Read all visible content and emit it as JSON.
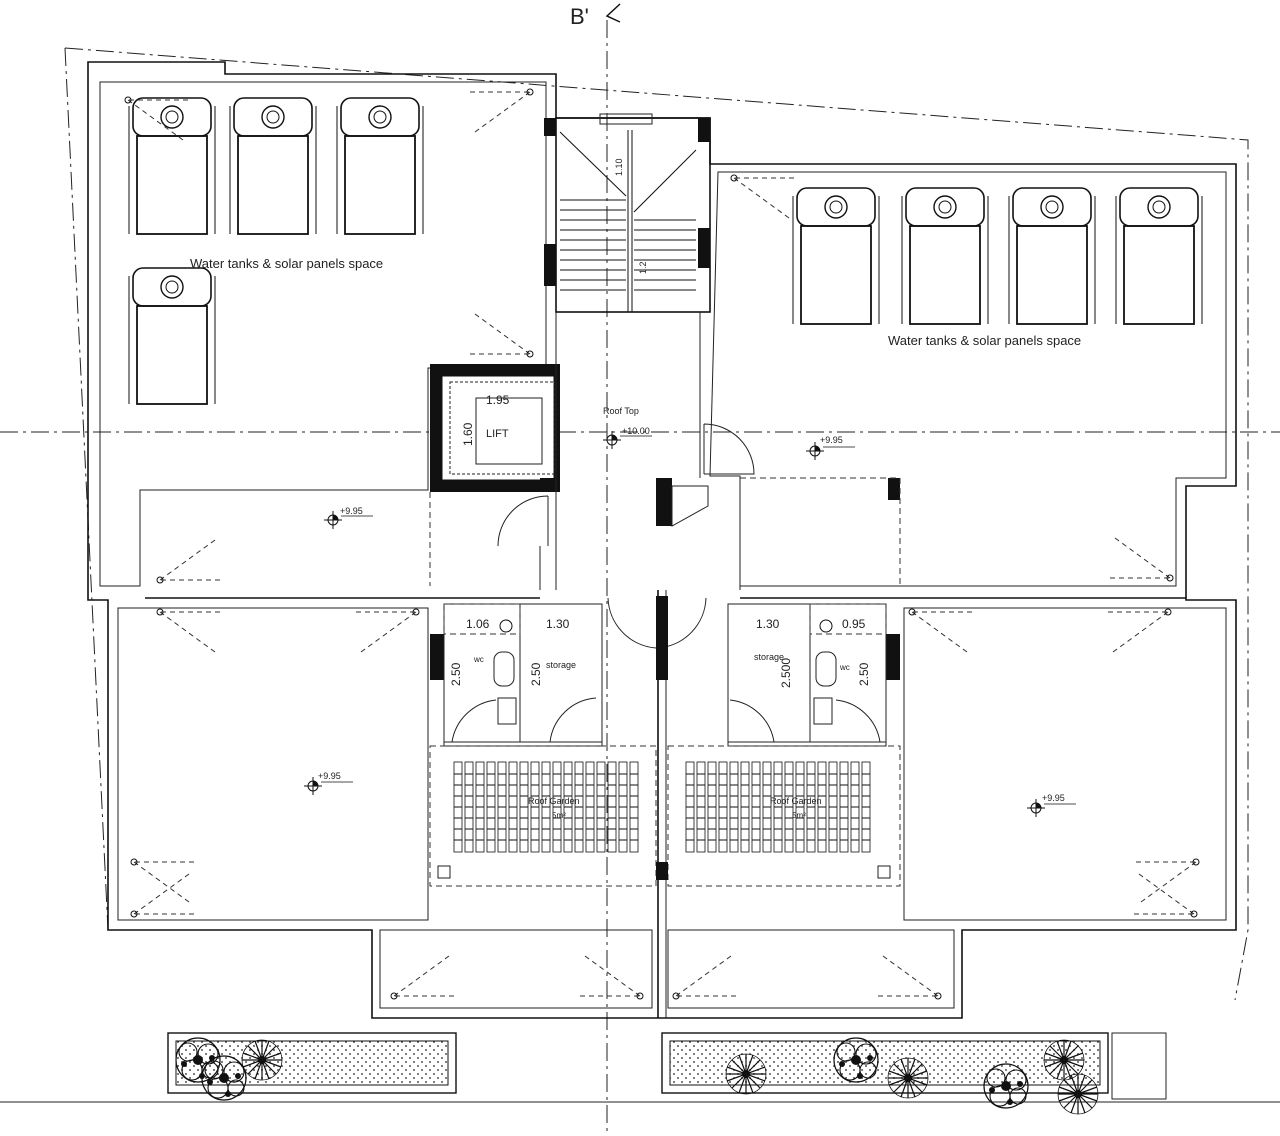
{
  "section_marker": "B'",
  "area_label_left": "Water tanks & solar panels  space",
  "area_label_right": "Water tanks & solar panels  space",
  "roof_top_label": "Roof Top",
  "roof_top_level": "+10.00",
  "lift": {
    "label": "LIFT",
    "width": "1.95",
    "depth": "1.60"
  },
  "stair": {
    "dim1": "1.10",
    "dim2": "1.2"
  },
  "levels": [
    "+9.95",
    "+9.95",
    "+9.95",
    "+9.95"
  ],
  "left_unit": {
    "wc_width": "1.06",
    "storage_width": "1.30",
    "wc_depth": "2.50",
    "storage_depth": "2.50",
    "wc_label": "wc",
    "storage_label": "storage"
  },
  "right_unit": {
    "storage_width": "1.30",
    "wc_width": "0.95",
    "storage_depth": "2.500",
    "wc_depth": "2.50",
    "storage_label": "storage",
    "wc_label": "wc"
  },
  "roof_garden": {
    "label": "Roof Garden",
    "sub": "5m²"
  }
}
